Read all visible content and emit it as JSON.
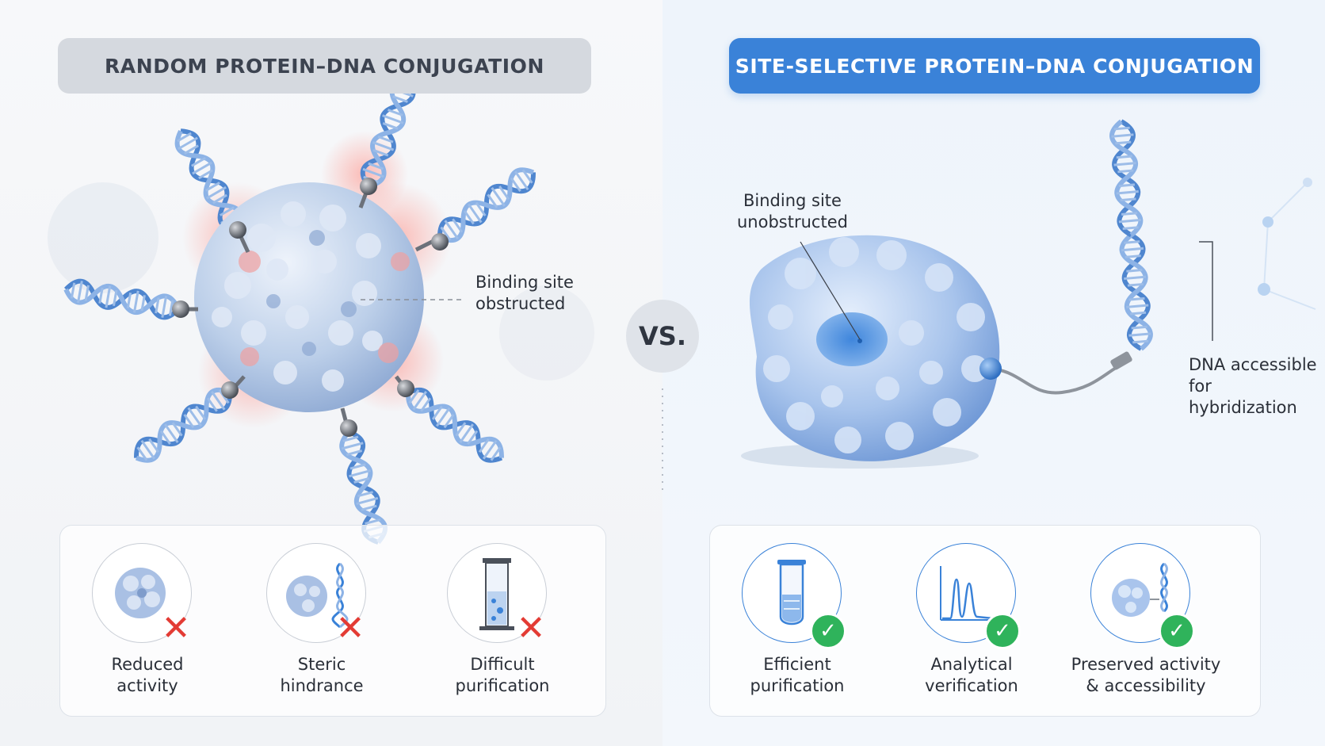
{
  "left": {
    "title": "RANDOM PROTEIN–DNA CONJUGATION",
    "annotation_line1": "Binding site",
    "annotation_line2": "obstructed",
    "features": [
      {
        "line1": "Reduced",
        "line2": "activity",
        "icon": "protein-icon",
        "status": "cross"
      },
      {
        "line1": "Steric",
        "line2": "hindrance",
        "icon": "protein-dna-icon",
        "status": "cross"
      },
      {
        "line1": "Difficult",
        "line2": "purification",
        "icon": "column-icon",
        "status": "cross"
      }
    ]
  },
  "vs_label": "VS.",
  "right": {
    "title": "SITE-SELECTIVE PROTEIN–DNA CONJUGATION",
    "annotation_site_line1": "Binding site",
    "annotation_site_line2": "unobstructed",
    "annotation_dna_line1": "DNA accessible",
    "annotation_dna_line2": "for hybridization",
    "features": [
      {
        "line1": "Efficient",
        "line2": "purification",
        "icon": "test-tube-icon",
        "status": "check"
      },
      {
        "line1": "Analytical",
        "line2": "verification",
        "icon": "chromatogram-icon",
        "status": "check"
      },
      {
        "line1": "Preserved activity",
        "line2": "& accessibility",
        "icon": "protein-dna-icon",
        "status": "check"
      }
    ]
  },
  "colors": {
    "accent_blue": "#3a82d8",
    "cross_red": "#e33b34",
    "check_green": "#2fb35b",
    "protein_blue": "#a9c4ea"
  }
}
